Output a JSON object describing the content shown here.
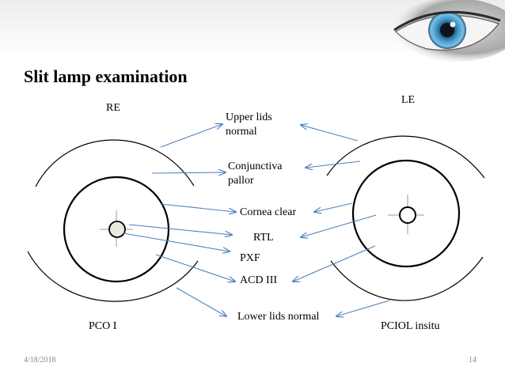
{
  "slide": {
    "title": "Slit lamp examination",
    "right_eye_label": "RE",
    "left_eye_label": "LE",
    "right_eye_lens": "PCO I",
    "left_eye_lens": "PCIOL insitu",
    "findings": {
      "upper_lids": [
        "Upper lids",
        "normal"
      ],
      "conjunctiva": [
        "Conjunctiva",
        "pallor"
      ],
      "cornea": "Cornea clear",
      "rtl": "RTL",
      "pxf": "PXF",
      "acd": "ACD III",
      "lower_lids": "Lower lids normal"
    },
    "footer": {
      "date": "4/18/2018",
      "page": "14"
    }
  },
  "colors": {
    "arrow": "#4f81bd",
    "line": "#000000",
    "iris": "#3a8fc4"
  },
  "icons": {
    "banner": "eye-icon"
  }
}
